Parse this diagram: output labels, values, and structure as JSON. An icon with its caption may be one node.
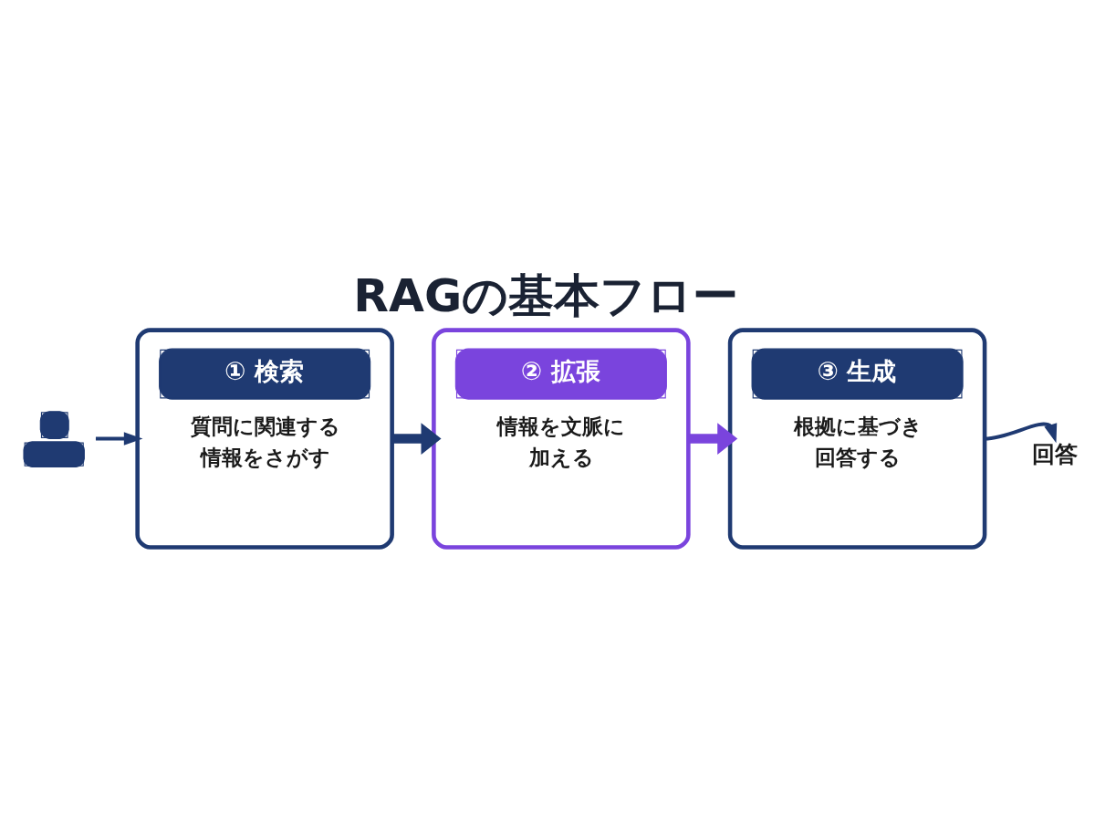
{
  "diagram": {
    "title": "RAGの基本フロー",
    "nodes": [
      {
        "text": [],
        "shape": "person"
      },
      {
        "text": [
          "① 検索",
          "質問に関連する情報をさがす"
        ]
      },
      {
        "text": [
          "② 拡張",
          "情報を文脈に加える"
        ]
      },
      {
        "text": [
          "③ 生成",
          "根拠に基づき回答する"
        ]
      },
      {
        "text": [
          "回答"
        ]
      }
    ],
    "edges": [
      {
        "from": 0,
        "to": 1,
        "arrow": "to"
      },
      {
        "from": 1,
        "to": 2,
        "arrow": "to",
        "style": "thick"
      },
      {
        "from": 2,
        "to": 3,
        "arrow": "to",
        "style": "thick",
        "color": "#7a44dd"
      },
      {
        "from": 3,
        "to": 4,
        "arrow": "to"
      }
    ]
  }
}
